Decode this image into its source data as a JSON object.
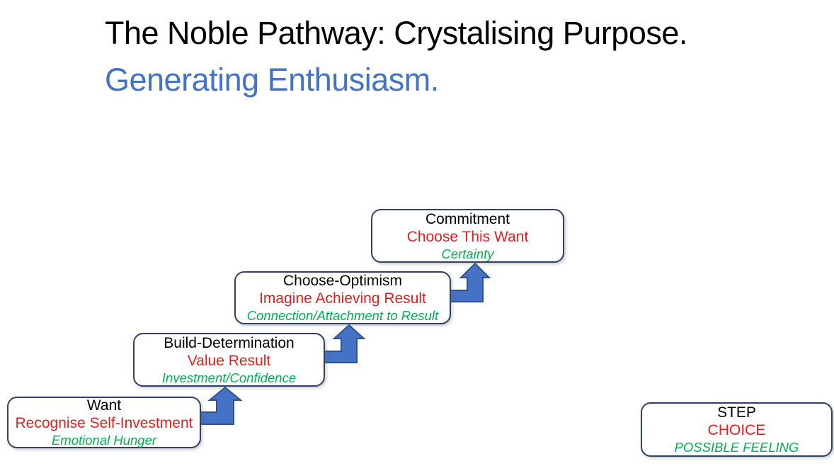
{
  "title": {
    "line1": "The Noble Pathway: Crystalising Purpose.",
    "line2": "Generating Enthusiasm."
  },
  "steps": [
    {
      "name": "Want",
      "choice": "Recognise Self-Investment",
      "feeling": "Emotional Hunger"
    },
    {
      "name": "Build-Determination",
      "choice": "Value Result",
      "feeling": "Investment/Confidence"
    },
    {
      "name": "Choose-Optimism",
      "choice": "Imagine Achieving Result",
      "feeling": "Connection/Attachment to Result"
    },
    {
      "name": "Commitment",
      "choice": "Choose This Want",
      "feeling": "Certainty"
    }
  ],
  "legend": {
    "step": "STEP",
    "choice": "CHOICE",
    "feeling": "POSSIBLE FEELING"
  },
  "colors": {
    "accent": "#4472C4",
    "choice": "#e02020",
    "feeling": "#00b050",
    "box_border": "#344060",
    "arrow_fill": "#4472C4",
    "arrow_stroke": "#2F528F"
  }
}
